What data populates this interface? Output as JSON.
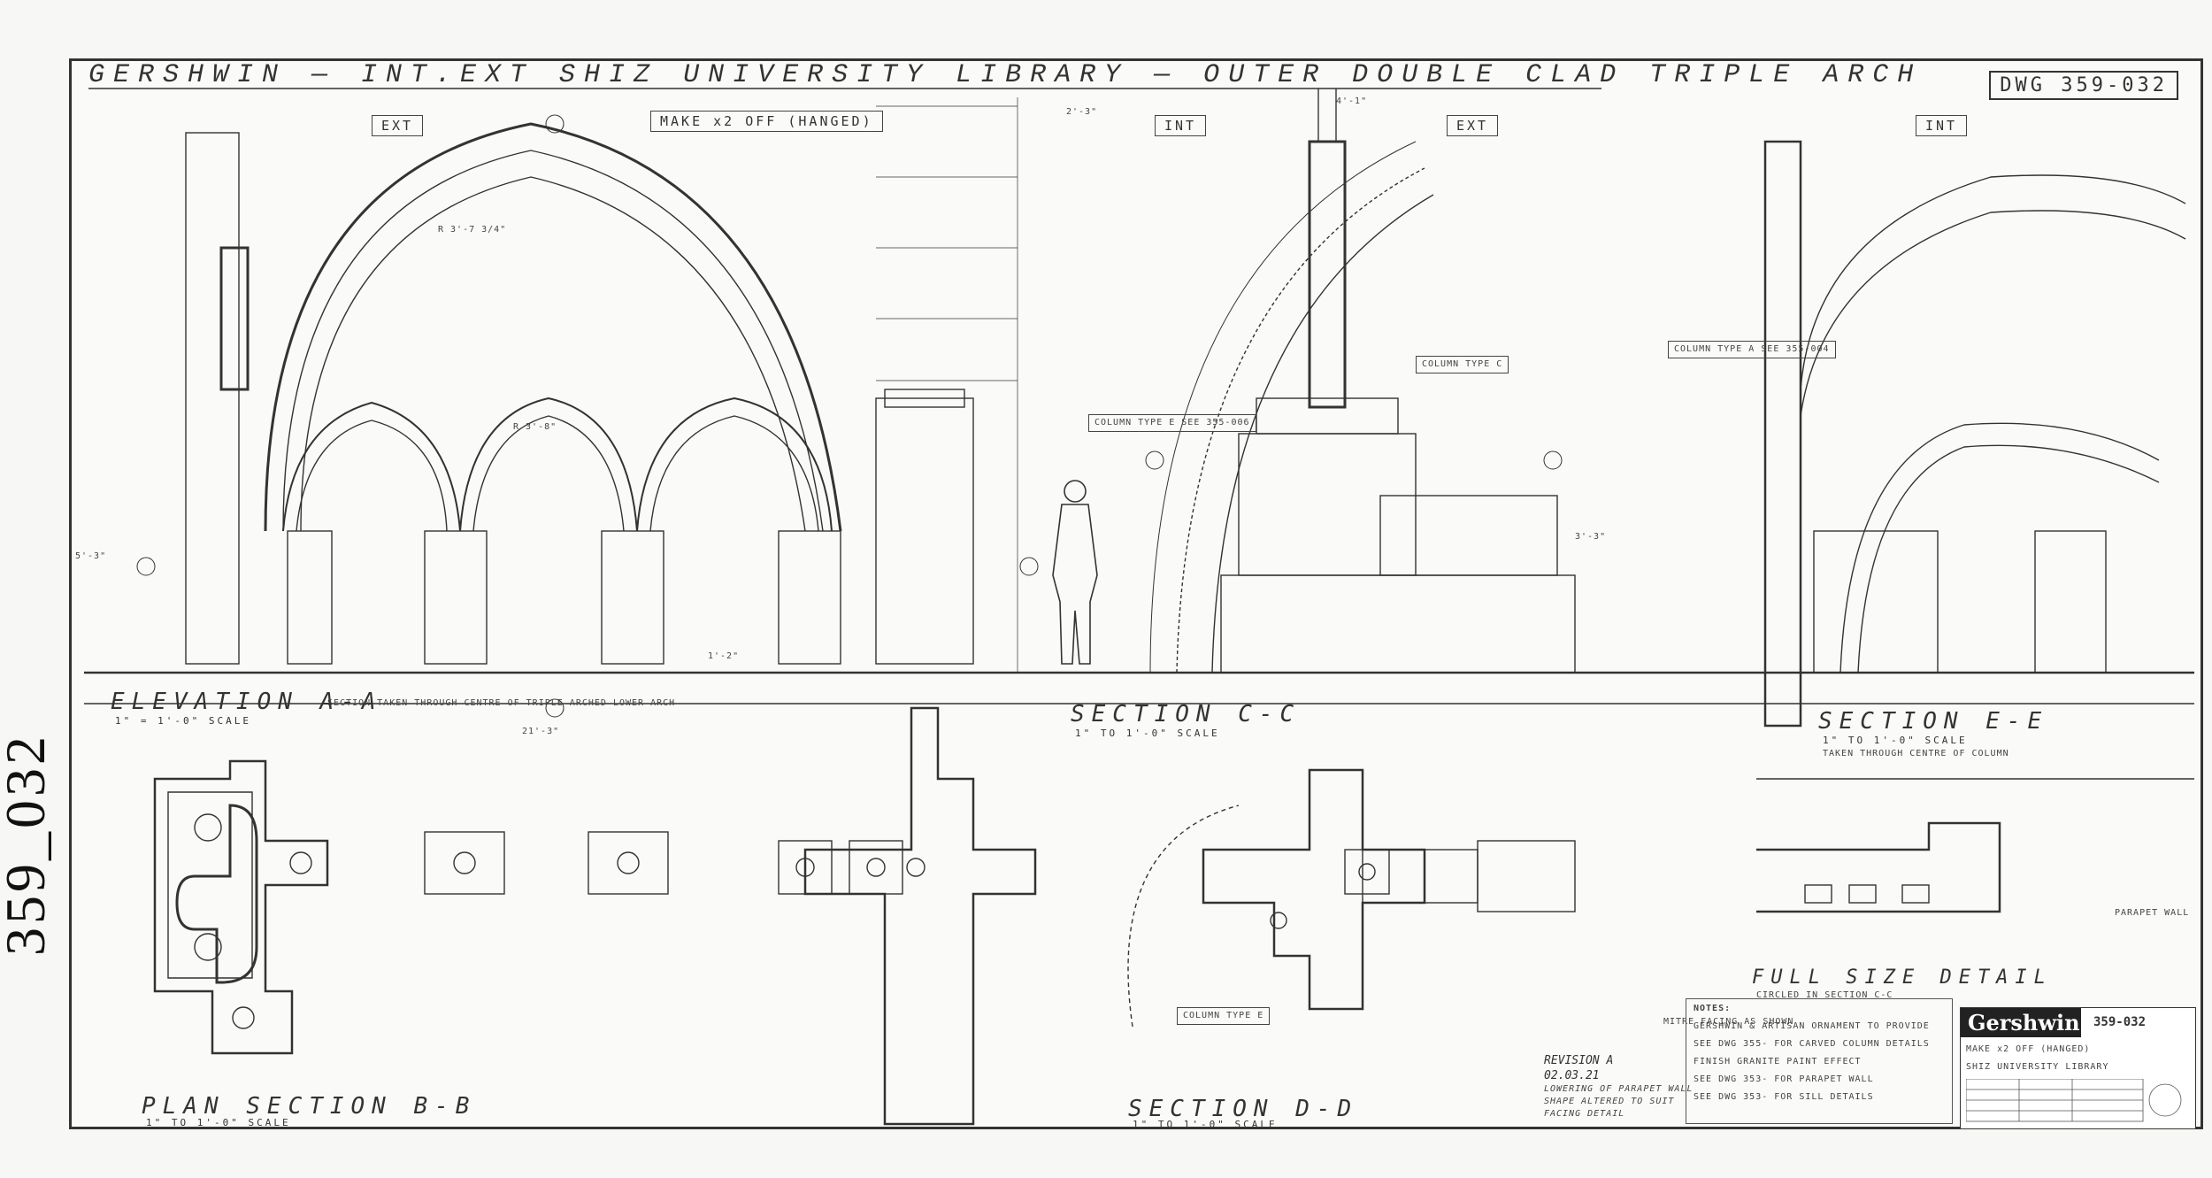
{
  "sheet": {
    "title": "GERSHWIN — INT.EXT SHIZ UNIVERSITY LIBRARY — OUTER DOUBLE CLAD TRIPLE ARCH",
    "drawing_number": "DWG 359-032",
    "margin_number": "359_032",
    "make_note": "MAKE x2 OFF (HANGED)"
  },
  "views": {
    "elevation": {
      "title": "ELEVATION A-A",
      "scale": "1\" = 1'-0\" SCALE",
      "note": "SECTION TAKEN THROUGH CENTRE OF TRIPLE ARCHED LOWER ARCH"
    },
    "section_c": {
      "title": "SECTION C-C",
      "scale": "1\" TO 1'-0\" SCALE"
    },
    "section_e": {
      "title": "SECTION E-E",
      "scale": "1\" TO 1'-0\" SCALE",
      "note": "TAKEN THROUGH CENTRE OF COLUMN"
    },
    "plan_section": {
      "title": "PLAN SECTION B-B",
      "scale": "1\" TO 1'-0\" SCALE"
    },
    "section_d": {
      "title": "SECTION D-D",
      "scale": "1\" TO 1'-0\" SCALE"
    },
    "full_size": {
      "title": "FULL SIZE DETAIL",
      "note": "CIRCLED IN SECTION C-C"
    }
  },
  "tags": {
    "ext_1": "EXT",
    "int_1": "INT",
    "ext_2": "EXT",
    "int_2": "INT"
  },
  "callouts": {
    "column_type_e": "COLUMN TYPE E SEE 355-006",
    "column_type_c": "COLUMN TYPE C",
    "column_type_a": "COLUMN TYPE A SEE 355-004",
    "column_type_e_plan": "COLUMN TYPE E",
    "parapet_wall": "PARAPET WALL",
    "mitre_note": "MITRE FACING AS SHOWN"
  },
  "dimensions": {
    "d1": "2'-3\"",
    "d2": "4'-1\"",
    "d3": "3'-3\"",
    "d4": "5'-3\"",
    "d5": "1'-2\"",
    "d6": "21'-3\"",
    "d7": "R 3'-7 3/4\"",
    "d8": "R 3'-8\""
  },
  "notes": {
    "heading": "NOTES:",
    "lines": [
      "GERSHWIN & ARTISAN ORNAMENT TO PROVIDE",
      "SEE DWG 355- FOR CARVED COLUMN DETAILS",
      "FINISH GRANITE PAINT EFFECT",
      "SEE DWG 353- FOR PARAPET WALL",
      "SEE DWG 353- FOR SILL DETAILS"
    ]
  },
  "revision": {
    "title": "REVISION A",
    "date": "02.03.21",
    "lines": [
      "LOWERING OF PARAPET WALL",
      "SHAPE ALTERED TO SUIT",
      "FACING DETAIL"
    ]
  },
  "title_block": {
    "brand": "Gershwin.",
    "make": "MAKE x2 OFF (HANGED)",
    "project": "SHIZ UNIVERSITY LIBRARY",
    "dwg": "359-032"
  }
}
